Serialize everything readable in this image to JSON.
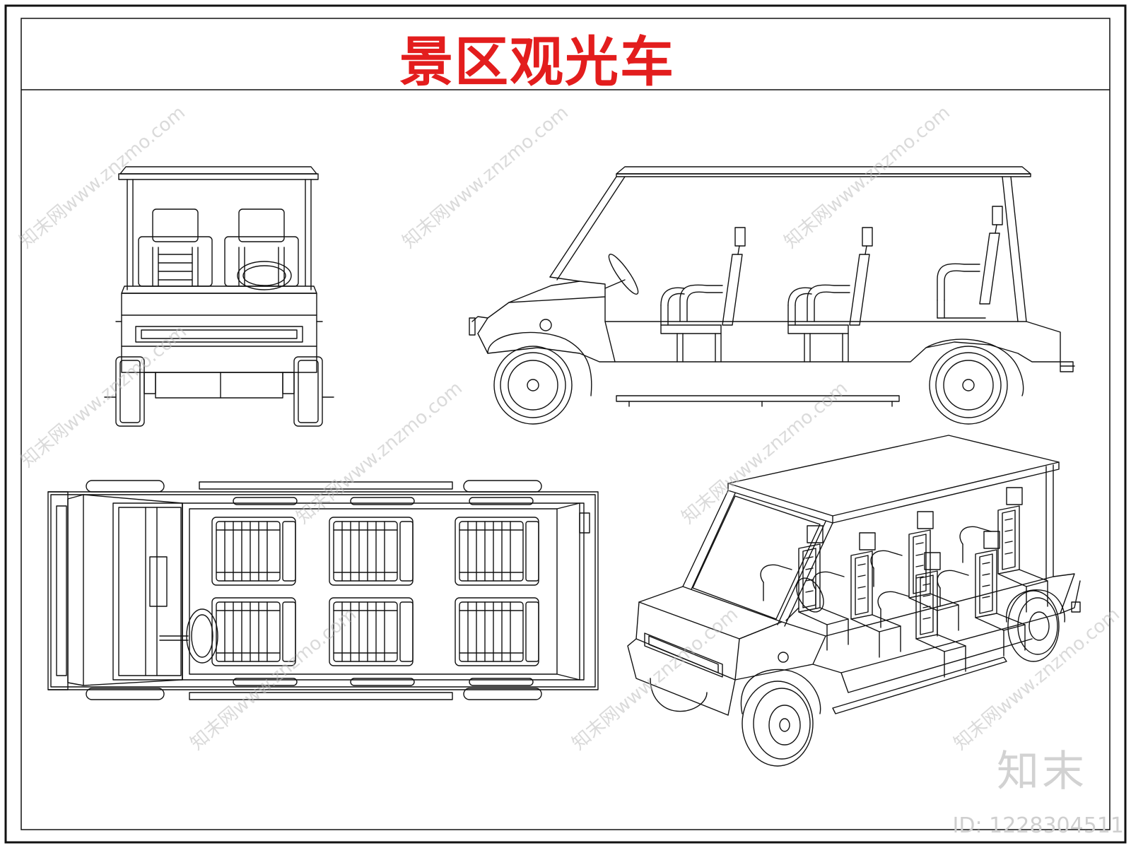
{
  "title": "景区观光车",
  "title_color": "#e31d1d",
  "line_color": "#111111",
  "watermark": {
    "text": "知末网www.znzmo.com",
    "color": "#bdbdbd"
  },
  "brand": {
    "logo_text": "知末",
    "id_text": "ID: 1228304511"
  },
  "views": {
    "front": "front-elevation",
    "side": "side-elevation",
    "top": "plan-view",
    "perspective": "perspective-view"
  }
}
